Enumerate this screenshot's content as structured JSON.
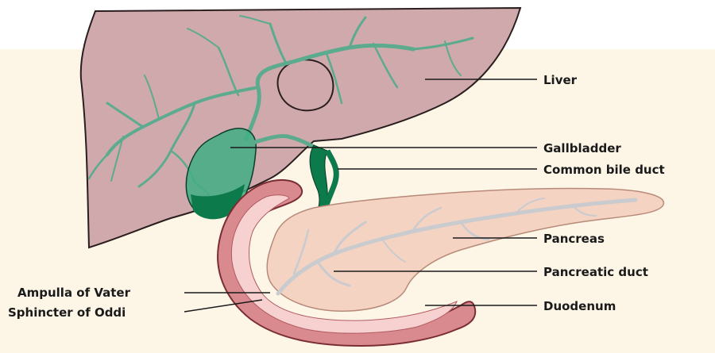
{
  "labels": {
    "liver": "Liver",
    "gallbladder": "Gallbladder",
    "common_bile_duct": "Common bile duct",
    "pancreas": "Pancreas",
    "pancreatic_duct": "Pancreatic duct",
    "duodenum": "Duodenum",
    "ampulla_of_vater": "Ampulla of Vater",
    "sphincter_of_oddi": "Sphincter of Oddi"
  },
  "colors": {
    "background": "#fdf6e7",
    "liver": "#cfa9ab",
    "liver_outline": "#2a1e1f",
    "bile_ducts": "#5dab8e",
    "gallbladder": "#3fae84",
    "gallbladder_bile": "#0d7a4c",
    "common_bile_duct": "#0d7a4c",
    "pancreas": "#f4d3c2",
    "pancreatic_duct": "#c9cbcf",
    "duodenum": "#d98a8f",
    "duodenum_inner": "#f6d1d0"
  }
}
